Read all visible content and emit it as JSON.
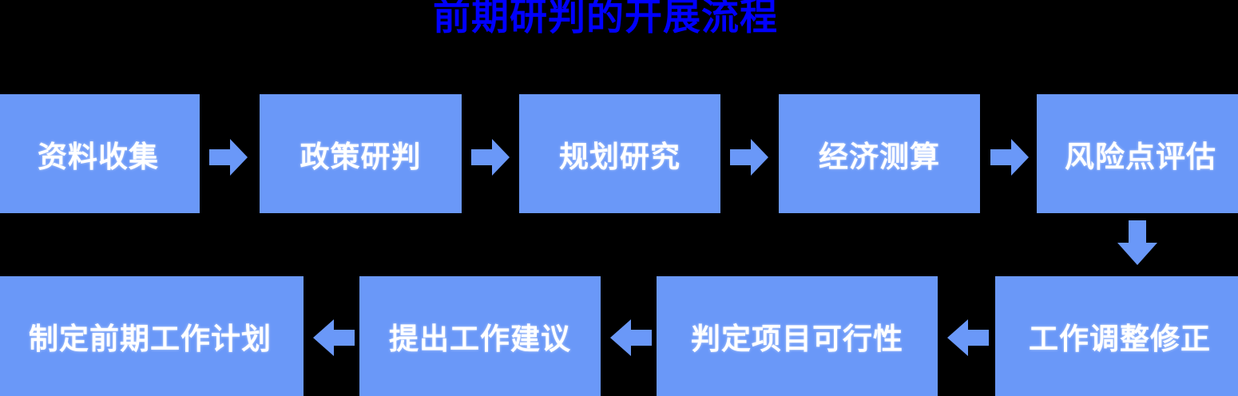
{
  "title": "前期研判的开展流程",
  "colors": {
    "background": "#000000",
    "box_fill": "#6A98F8",
    "box_text": "#FFFFFF",
    "title_text": "#0000FF",
    "arrow_fill": "#6A98F8"
  },
  "flow": {
    "top_row": [
      {
        "id": "step-1",
        "label": "资料收集"
      },
      {
        "id": "step-2",
        "label": "政策研判"
      },
      {
        "id": "step-3",
        "label": "规划研究"
      },
      {
        "id": "step-4",
        "label": "经济测算"
      },
      {
        "id": "step-5",
        "label": "风险点评估"
      }
    ],
    "bottom_row": [
      {
        "id": "step-9",
        "label": "制定前期工作计划"
      },
      {
        "id": "step-8",
        "label": "提出工作建议"
      },
      {
        "id": "step-7",
        "label": "判定项目可行性"
      },
      {
        "id": "step-6",
        "label": "工作调整修正"
      }
    ],
    "connectors": [
      {
        "id": "conn-1",
        "direction": "right",
        "from": "step-1",
        "to": "step-2"
      },
      {
        "id": "conn-2",
        "direction": "right",
        "from": "step-2",
        "to": "step-3"
      },
      {
        "id": "conn-3",
        "direction": "right",
        "from": "step-3",
        "to": "step-4"
      },
      {
        "id": "conn-4",
        "direction": "right",
        "from": "step-4",
        "to": "step-5"
      },
      {
        "id": "conn-5",
        "direction": "down",
        "from": "step-5",
        "to": "step-6"
      },
      {
        "id": "conn-6",
        "direction": "left",
        "from": "step-6",
        "to": "step-7"
      },
      {
        "id": "conn-7",
        "direction": "left",
        "from": "step-7",
        "to": "step-8"
      },
      {
        "id": "conn-8",
        "direction": "left",
        "from": "step-8",
        "to": "step-9"
      }
    ]
  }
}
